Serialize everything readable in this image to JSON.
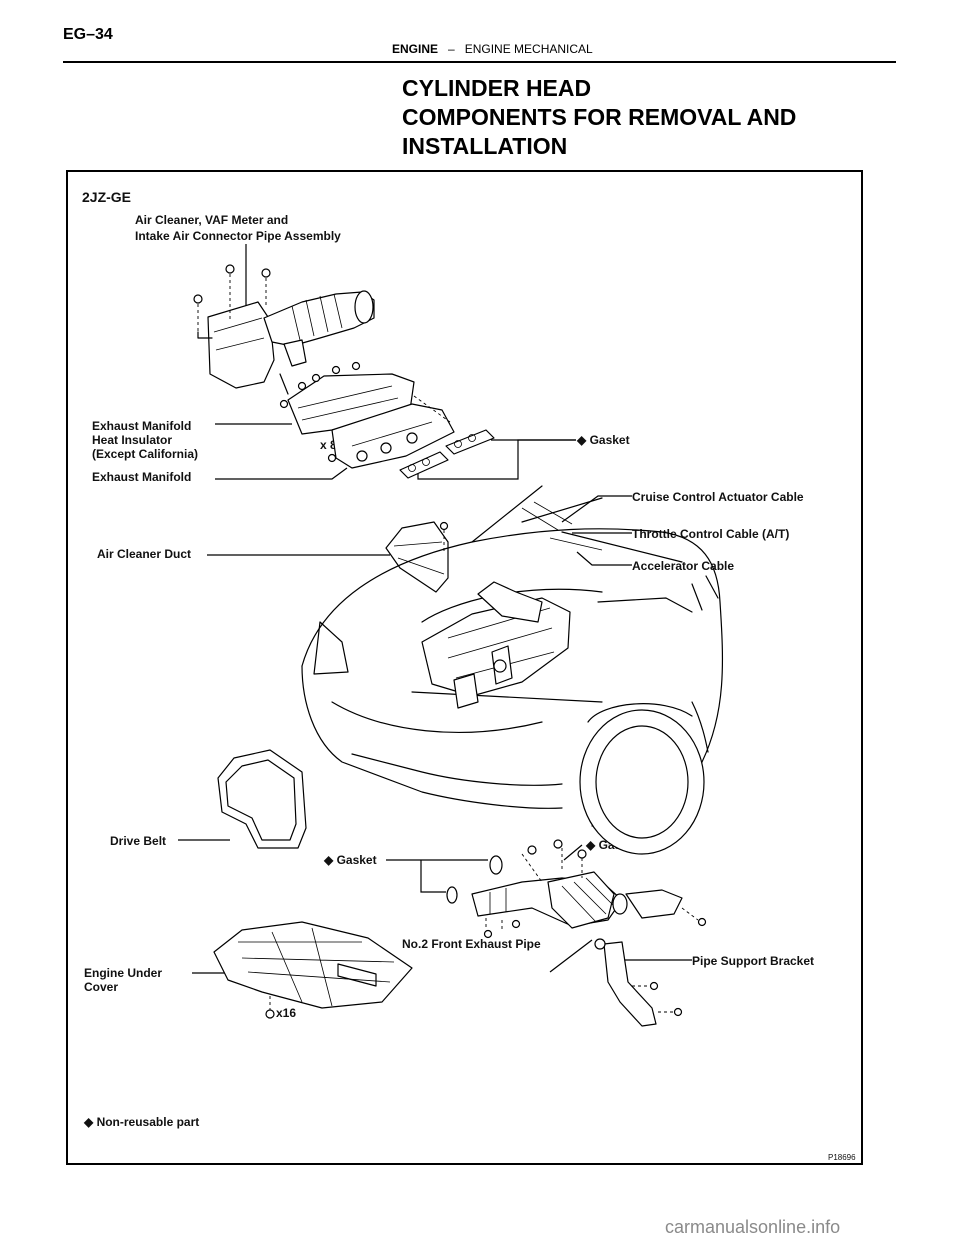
{
  "page": {
    "number": "EG–34",
    "section": "ENGINE",
    "separator": "–",
    "subsection": "ENGINE MECHANICAL",
    "title_lines": [
      "CYLINDER HEAD",
      "COMPONENTS FOR REMOVAL AND",
      "INSTALLATION"
    ]
  },
  "figure": {
    "model": "2JZ-GE",
    "figure_id": "P18696",
    "legend": "◆ Non-reusable part",
    "labels": {
      "air_cleaner_1": "Air Cleaner, VAF Meter and",
      "air_cleaner_2": "Intake Air Connector Pipe Assembly",
      "exh_insulator_1": "Exhaust Manifold",
      "exh_insulator_2": "Heat Insulator",
      "exh_insulator_3": "(Except California)",
      "exh_manifold": "Exhaust Manifold",
      "x8": "x 8",
      "gasket_top": "◆ Gasket",
      "cruise_cable": "Cruise Control Actuator Cable",
      "throttle_cable": "Throttle Control Cable (A/T)",
      "accel_cable": "Accelerator Cable",
      "air_duct": "Air Cleaner Duct",
      "drive_belt": "Drive Belt",
      "gasket_left": "◆ Gasket",
      "gasket_right": "◆ Gasket",
      "front_pipe": "No.2 Front Exhaust Pipe",
      "pipe_bracket": "Pipe Support Bracket",
      "under_cover_1": "Engine Under",
      "under_cover_2": "Cover",
      "x16": "x16"
    }
  },
  "watermark": "carmanualsonline.info"
}
